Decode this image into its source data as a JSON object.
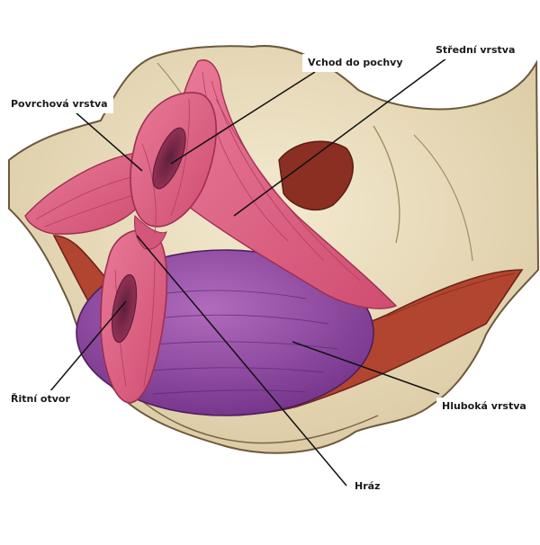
{
  "labels": {
    "superficial_layer": "Povrchová vrstva",
    "vaginal_opening": "Vchod do pochvy",
    "middle_layer": "Střední vrstva",
    "anal_opening": "Řitní otvor",
    "deep_layer": "Hluboká vrstva",
    "perineum": "Hráz"
  },
  "colors": {
    "bone": "#ece0c2",
    "bone_outline": "#6b5a3c",
    "superficial_muscle": "#dc5f7f",
    "deep_muscle": "#9a4fa6",
    "side_muscle": "#b2452f",
    "cavity": "#8a2f22",
    "leader_line": "#111111"
  }
}
